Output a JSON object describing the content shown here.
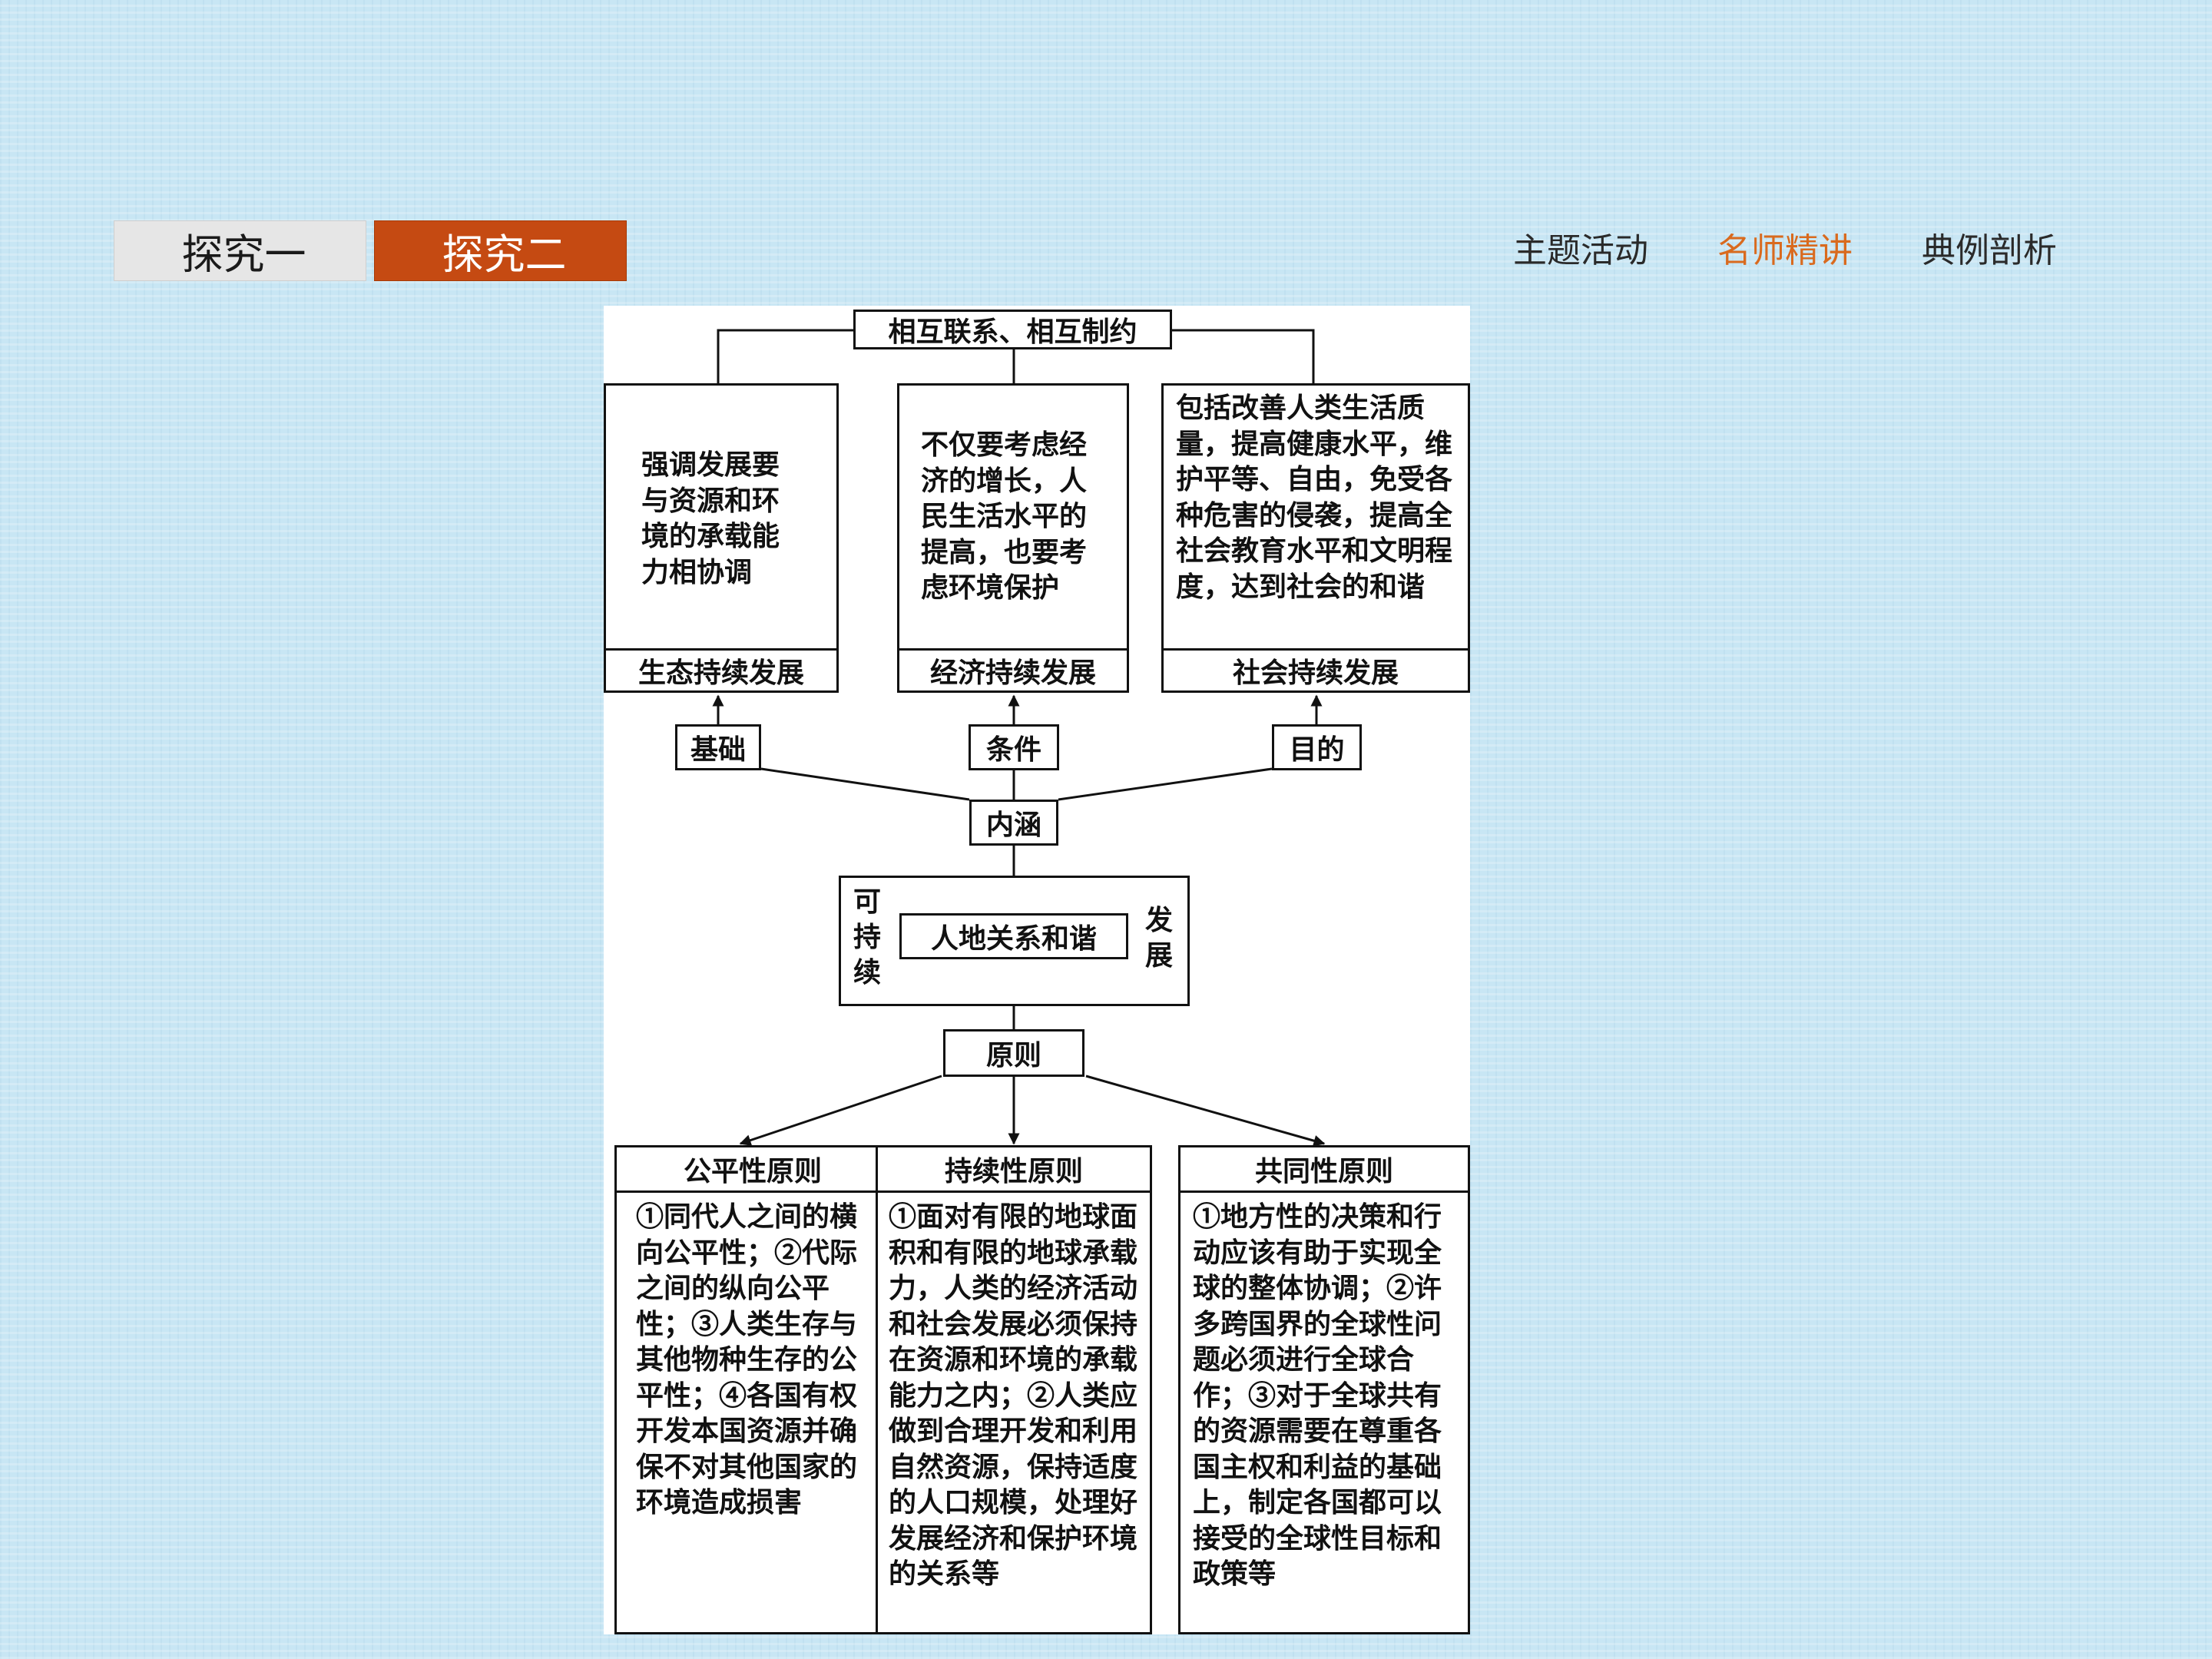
{
  "tabs": [
    {
      "label": "探究一",
      "active": false
    },
    {
      "label": "探究二",
      "active": true
    }
  ],
  "nav": [
    {
      "label": "主题活动",
      "active": false
    },
    {
      "label": "名师精讲",
      "active": true
    },
    {
      "label": "典例剖析",
      "active": false
    }
  ],
  "colors": {
    "background": "#c8e6f4",
    "active_tab": "#c54a12",
    "inactive_tab": "#e6e6e6",
    "nav_active": "#d96a1e"
  },
  "diagram": {
    "top_label": "相互联系、相互制约",
    "columns": [
      {
        "body": "强调发展要与资源和环境的承载能力相协调",
        "title": "生态持续发展",
        "relation": "基础"
      },
      {
        "body": "不仅要考虑经济的增长，人民生活水平的提高，也要考虑环境保护",
        "title": "经济持续发展",
        "relation": "条件"
      },
      {
        "body": "包括改善人类生活质量，提高健康水平，维护平等、自由，免受各种危害的侵袭，提高全社会教育水平和文明程度，达到社会的和谐",
        "title": "社会持续发展",
        "relation": "目的"
      }
    ],
    "connotation": "内涵",
    "core": {
      "left": "可持续",
      "center": "人地关系和谐",
      "right": "发展"
    },
    "principle": "原则",
    "principles": [
      {
        "title": "公平性原则",
        "body": "①同代人之间的横向公平性；②代际之间的纵向公平性；③人类生存与其他物种生存的公平性；④各国有权开发本国资源并确保不对其他国家的环境造成损害"
      },
      {
        "title": "持续性原则",
        "body": "①面对有限的地球面积和有限的地球承载力，人类的经济活动和社会发展必须保持在资源和环境的承载能力之内；②人类应做到合理开发和利用自然资源，保持适度的人口规模，处理好发展经济和保护环境的关系等"
      },
      {
        "title": "共同性原则",
        "body": "①地方性的决策和行动应该有助于实现全球的整体协调；②许多跨国界的全球性问题必须进行全球合作；③对于全球共有的资源需要在尊重各国主权和利益的基础上，制定各国都可以接受的全球性目标和政策等"
      }
    ]
  }
}
